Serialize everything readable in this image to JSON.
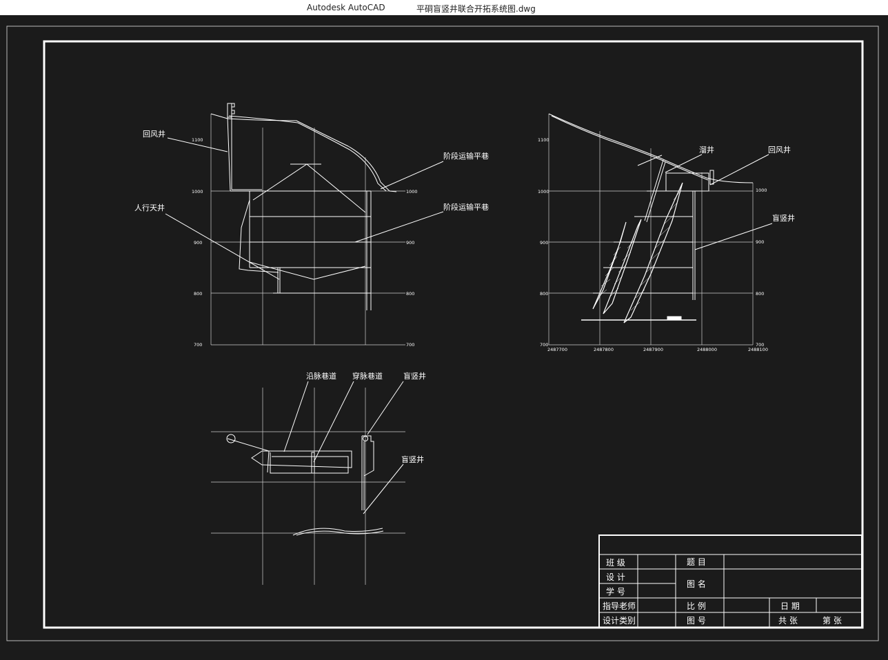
{
  "window": {
    "app_title": "Autodesk AutoCAD",
    "file_title": "平硐盲竖井联合开拓系统图.dwg"
  },
  "left_section": {
    "labels": {
      "return_air_shaft": "回风井",
      "access_raise": "人行天井",
      "haulage_drift_1": "阶段运输平巷",
      "haulage_drift_2": "阶段运输平巷"
    },
    "elevations_left": [
      "1100",
      "1000",
      "900",
      "800",
      "700"
    ],
    "elevations_right": [
      "1000",
      "900",
      "800",
      "700"
    ]
  },
  "right_section": {
    "labels": {
      "ore_pass": "溜井",
      "return_air_shaft": "回风井",
      "blind_shaft": "盲竖井"
    },
    "elevations_left": [
      "1100",
      "1000",
      "900",
      "800",
      "700"
    ],
    "elevations_right": [
      "1000",
      "900",
      "800",
      "700"
    ],
    "x_coords": [
      "2487700",
      "2487800",
      "2487900",
      "2488000",
      "2488100"
    ]
  },
  "plan_view": {
    "labels": {
      "strike_drift": "沿脉巷道",
      "crosscut": "穿脉巷道",
      "blind_shaft_top": "盲竖井",
      "blind_shaft_mid": "盲竖井"
    }
  },
  "title_block": {
    "class": "班  级",
    "topic": "题  目",
    "design": "设  计",
    "drawing_name": "图  名",
    "student_id": "学  号",
    "advisor": "指导老师",
    "scale": "比  例",
    "date": "日  期",
    "design_category": "设计类别",
    "drawing_no": "图  号",
    "sheets_total": "共    张",
    "sheet_no": "第    张"
  }
}
